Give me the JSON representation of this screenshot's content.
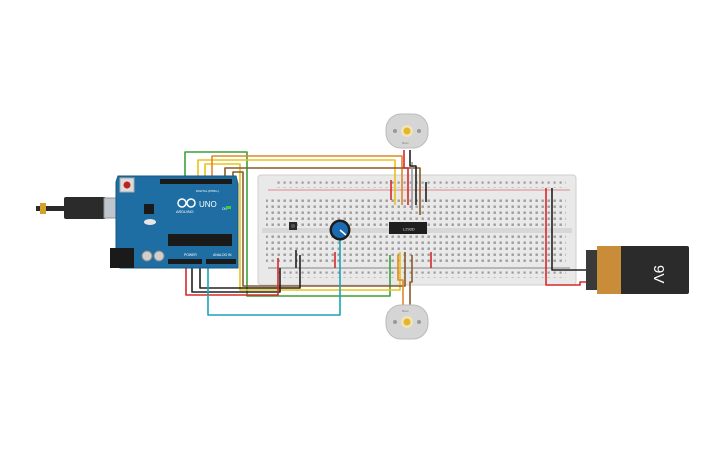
{
  "arduino": {
    "brand": "ARDUINO",
    "model": "UNO",
    "digital_header": "DIGITAL (PWM~)",
    "power_header": "POWER",
    "analog_header": "ANALOG IN",
    "on_label": "ON",
    "board_color": "#1f6ea3"
  },
  "driver_chip": {
    "label": "L293D"
  },
  "motors": [
    {
      "label": "Motor"
    },
    {
      "label": "Motor"
    }
  ],
  "battery": {
    "label": "9V",
    "color": "#2b2b2b",
    "terminal_color": "#c98d3a"
  },
  "wire_colors": {
    "red": "#d62a2a",
    "black": "#222222",
    "green": "#3aa13a",
    "yellow": "#e8c31a",
    "orange": "#e0872a",
    "brown": "#8a5a2b",
    "cyan": "#1aa3b8",
    "gray": "#9a9a9a"
  }
}
